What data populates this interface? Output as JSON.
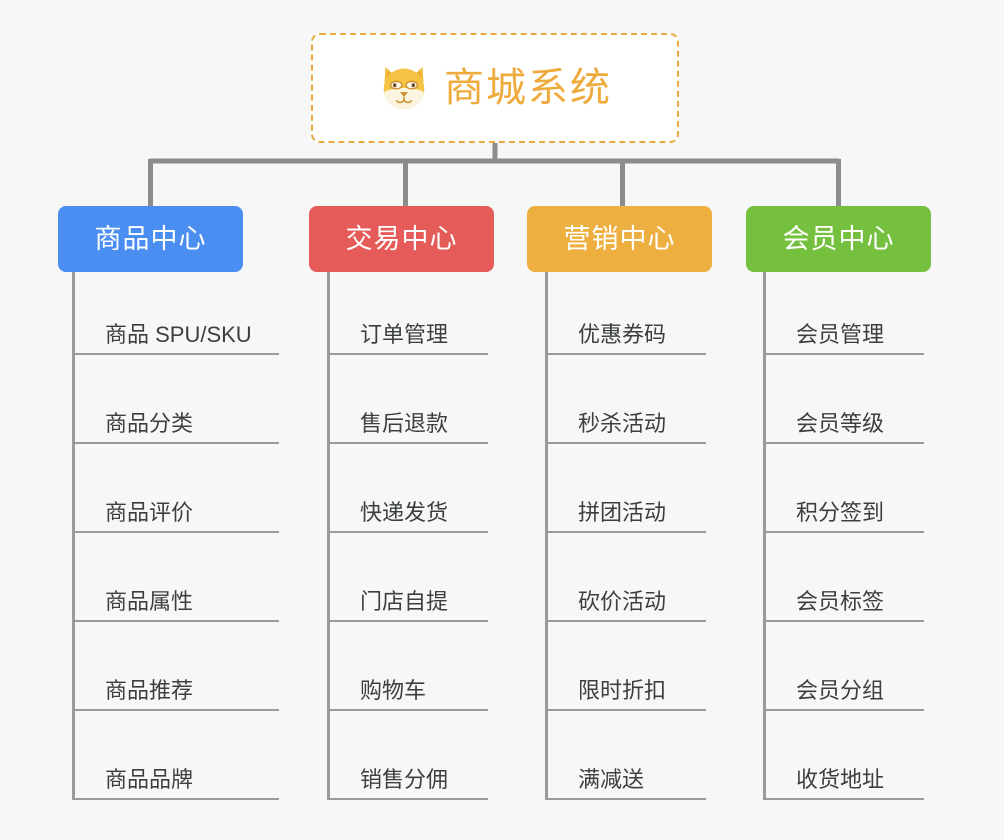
{
  "diagram": {
    "type": "organization-tree",
    "background_color": "#f7f7f7",
    "connector_color": "#8c8c8c",
    "root": {
      "title": "商城系统",
      "icon": "shiba-dog-face-icon",
      "text_color": "#eeab3c",
      "border_color": "#e9a93f",
      "border_style": "dashed",
      "background_color": "#ffffff"
    },
    "columns": [
      {
        "title": "商品中心",
        "color": "#4a8ef2",
        "items": [
          "商品 SPU/SKU",
          "商品分类",
          "商品评价",
          "商品属性",
          "商品推荐",
          "商品品牌"
        ]
      },
      {
        "title": "交易中心",
        "color": "#e45b59",
        "items": [
          "订单管理",
          "售后退款",
          "快递发货",
          "门店自提",
          "购物车",
          "销售分佣"
        ]
      },
      {
        "title": "营销中心",
        "color": "#eeaf41",
        "items": [
          "优惠券码",
          "秒杀活动",
          "拼团活动",
          "砍价活动",
          "限时折扣",
          "满减送"
        ]
      },
      {
        "title": "会员中心",
        "color": "#76c040",
        "items": [
          "会员管理",
          "会员等级",
          "积分签到",
          "会员标签",
          "会员分组",
          "收货地址"
        ]
      }
    ]
  }
}
